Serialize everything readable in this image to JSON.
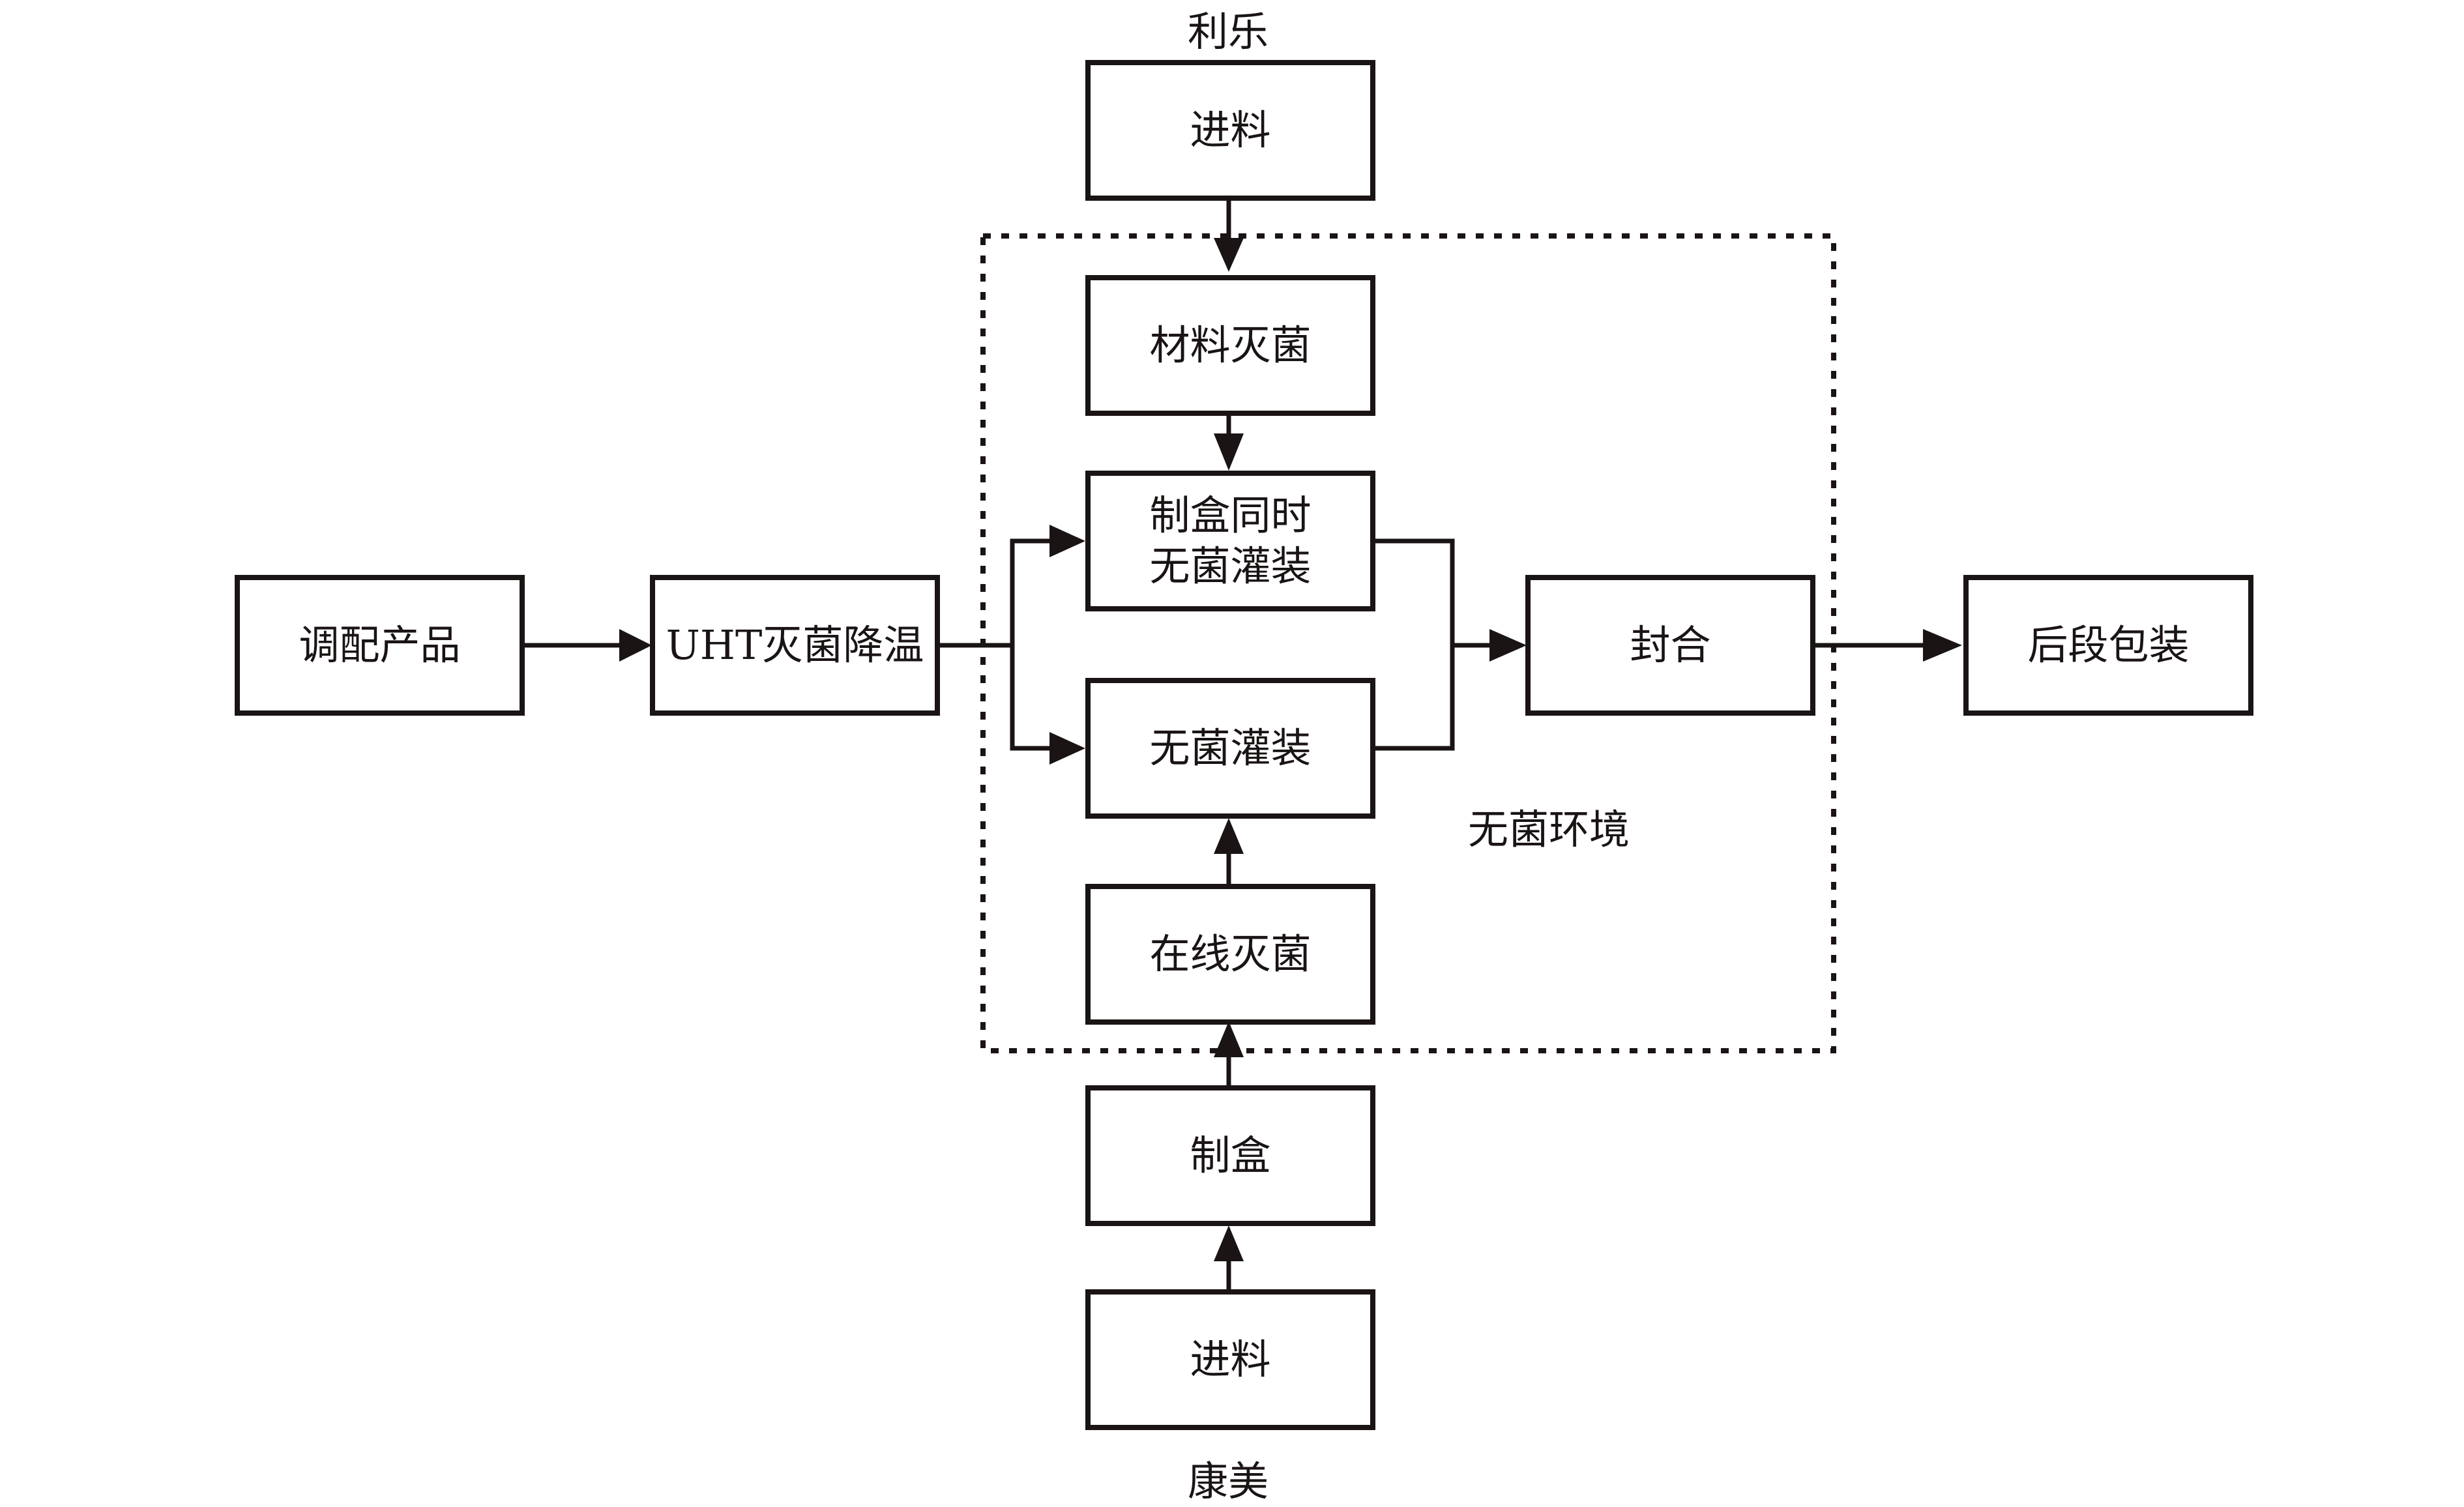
{
  "labels": {
    "top_brand": "利乐",
    "bottom_brand": "康美",
    "aseptic_env": "无菌环境"
  },
  "nodes": {
    "top_feed": "进料",
    "material_sterilize": "材料灭菌",
    "form_fill_line1": "制盒同时",
    "form_fill_line2": "无菌灌装",
    "aseptic_fill": "无菌灌装",
    "inline_sterilize": "在线灭菌",
    "box_forming": "制盒",
    "bottom_feed": "进料",
    "blend": "调配产品",
    "uht": "UHT灭菌降温",
    "seal": "封合",
    "post_pack": "后段包装"
  }
}
